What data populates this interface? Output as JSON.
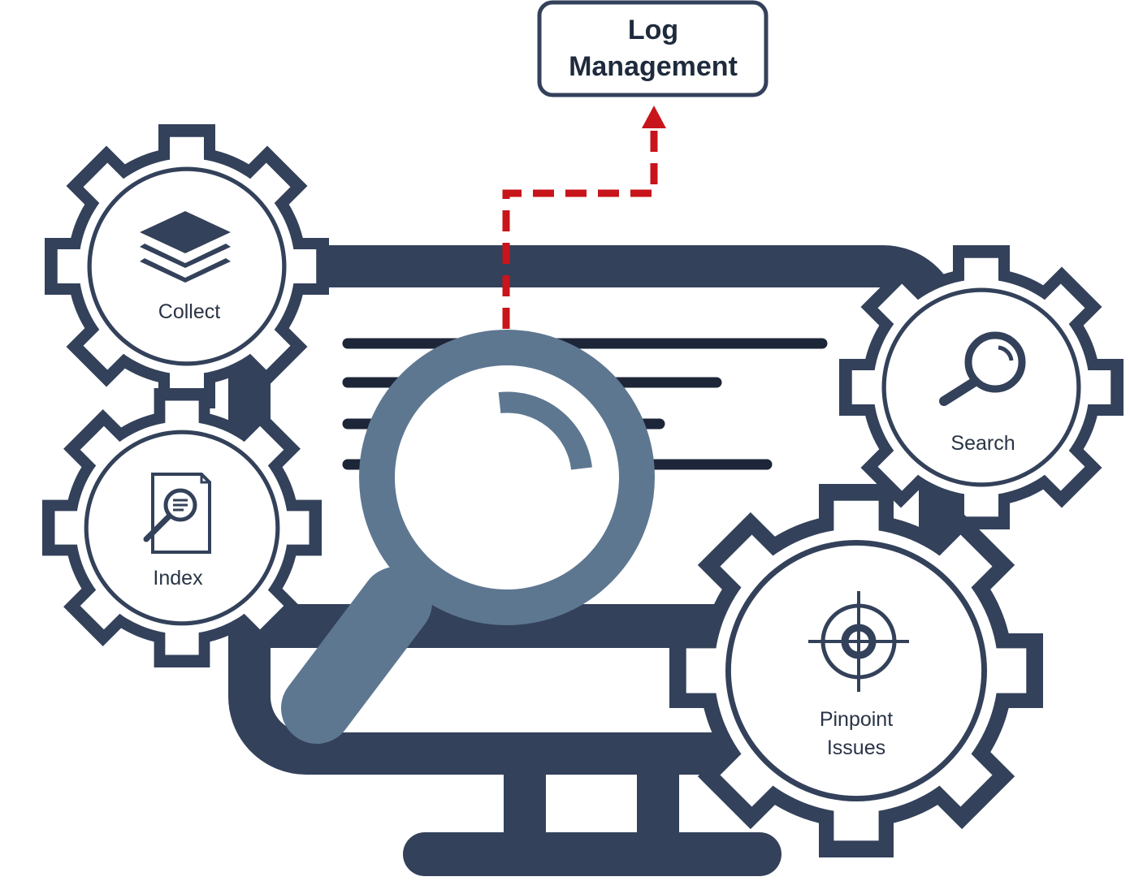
{
  "title_box": {
    "line1": "Log",
    "line2": "Management"
  },
  "gears": {
    "collect": {
      "label": "Collect",
      "icon": "layers-icon"
    },
    "index": {
      "label": "Index",
      "icon": "document-search-icon"
    },
    "search": {
      "label": "Search",
      "icon": "magnifier-icon"
    },
    "pinpoint": {
      "line1": "Pinpoint",
      "line2": "Issues",
      "icon": "crosshair-icon"
    }
  },
  "colors": {
    "navy": "#33415a",
    "slate": "#5e7791",
    "text": "#2a3446",
    "arrow": "#c8141b",
    "white": "#ffffff"
  }
}
